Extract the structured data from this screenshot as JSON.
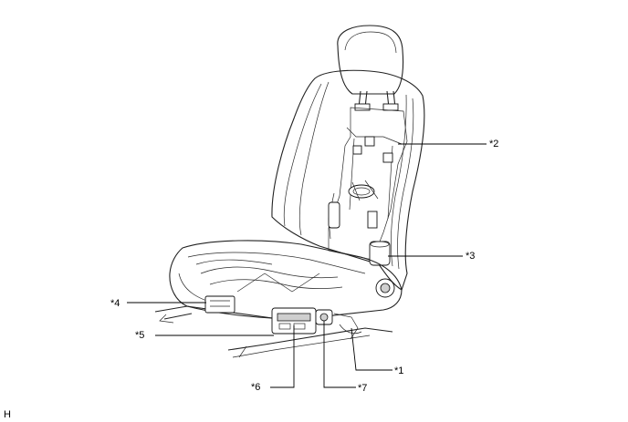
{
  "figure_code": "H",
  "callouts": [
    {
      "id": "c2",
      "text": "*2"
    },
    {
      "id": "c3",
      "text": "*3"
    },
    {
      "id": "c4",
      "text": "*4"
    },
    {
      "id": "c5",
      "text": "*5"
    },
    {
      "id": "c1",
      "text": "*1"
    },
    {
      "id": "c6",
      "text": "*6"
    },
    {
      "id": "c7",
      "text": "*7"
    }
  ]
}
